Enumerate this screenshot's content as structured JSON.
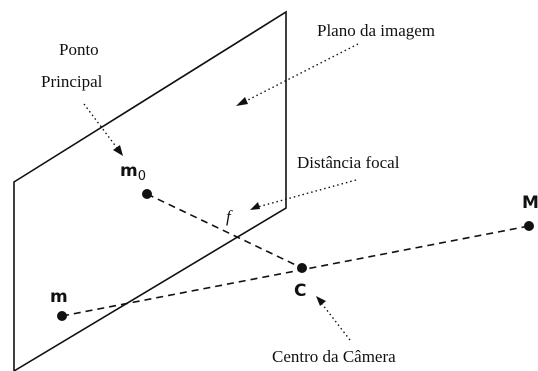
{
  "labels": {
    "image_plane": "Plano da imagem",
    "principal_point_line1": "Ponto",
    "principal_point_line2": "Principal",
    "focal_distance": "Distância focal",
    "camera_center": "Centro da Câmera"
  },
  "points": {
    "m0_base": "m",
    "m0_sub": "0",
    "f": "f",
    "M": "M",
    "m": "m",
    "C": "C"
  }
}
